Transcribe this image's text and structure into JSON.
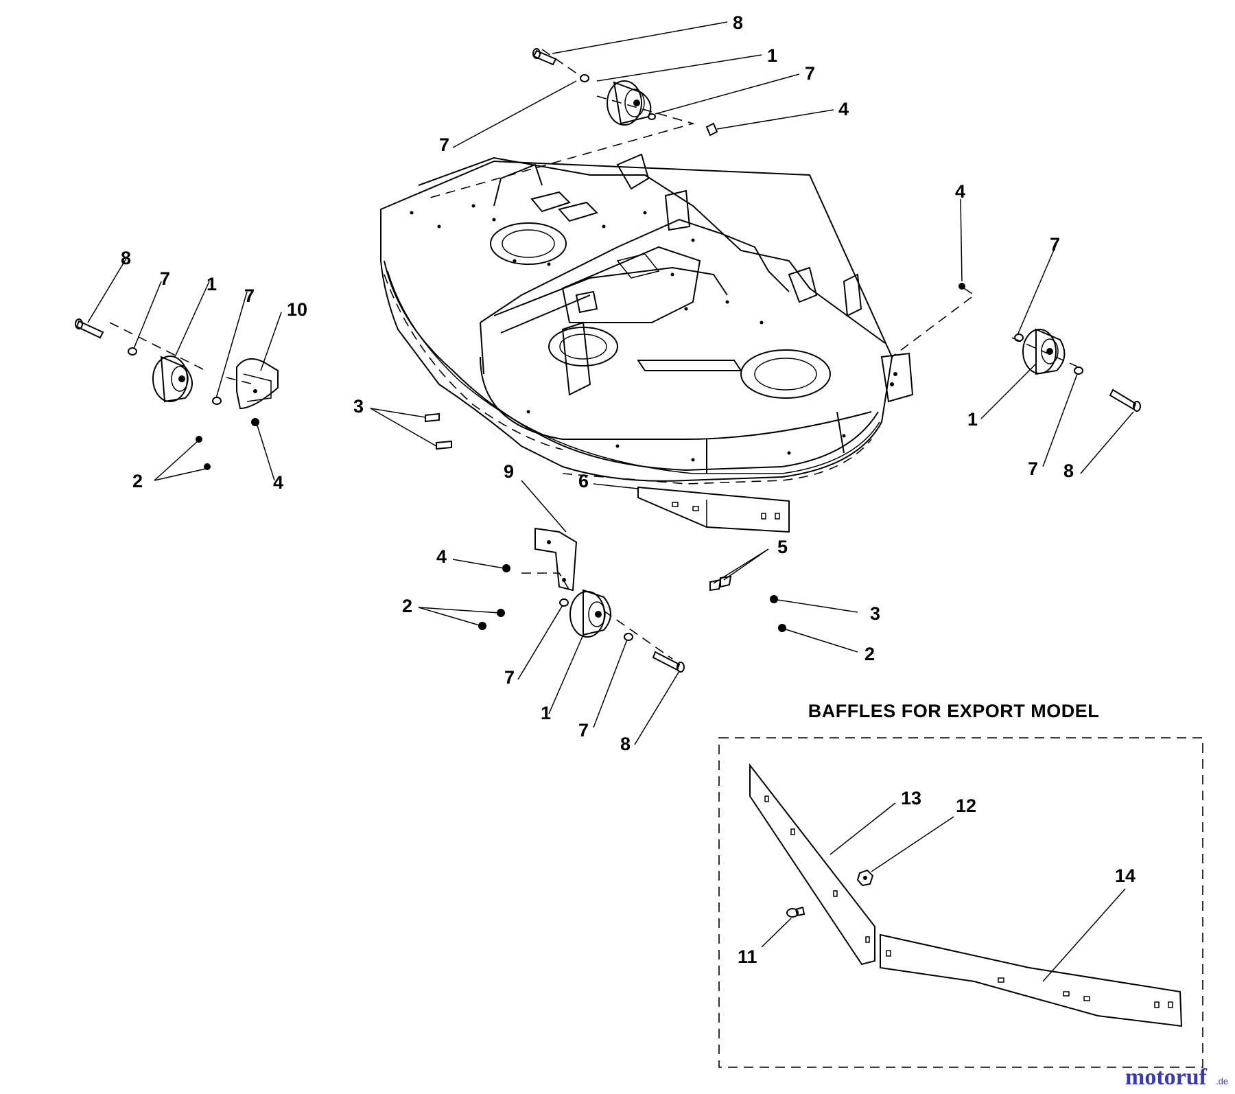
{
  "inset": {
    "title": "BAFFLES FOR EXPORT MODEL"
  },
  "labels": [
    {
      "id": "top-8",
      "text": "8"
    },
    {
      "id": "top-1",
      "text": "1"
    },
    {
      "id": "top-7a",
      "text": "7"
    },
    {
      "id": "top-4",
      "text": "4"
    },
    {
      "id": "top-7b",
      "text": "7"
    },
    {
      "id": "right-4",
      "text": "4"
    },
    {
      "id": "right-7a",
      "text": "7"
    },
    {
      "id": "right-1",
      "text": "1"
    },
    {
      "id": "right-7b",
      "text": "7"
    },
    {
      "id": "right-8",
      "text": "8"
    },
    {
      "id": "left-8",
      "text": "8"
    },
    {
      "id": "left-7a",
      "text": "7"
    },
    {
      "id": "left-1",
      "text": "1"
    },
    {
      "id": "left-7b",
      "text": "7"
    },
    {
      "id": "left-10",
      "text": "10"
    },
    {
      "id": "left-2",
      "text": "2"
    },
    {
      "id": "left-4",
      "text": "4"
    },
    {
      "id": "mid-3",
      "text": "3"
    },
    {
      "id": "mid-9",
      "text": "9"
    },
    {
      "id": "mid-6",
      "text": "6"
    },
    {
      "id": "mid-4",
      "text": "4"
    },
    {
      "id": "mid-5",
      "text": "5"
    },
    {
      "id": "mid-2",
      "text": "2"
    },
    {
      "id": "mid-3b",
      "text": "3"
    },
    {
      "id": "mid-2b",
      "text": "2"
    },
    {
      "id": "bot-7a",
      "text": "7"
    },
    {
      "id": "bot-1",
      "text": "1"
    },
    {
      "id": "bot-7b",
      "text": "7"
    },
    {
      "id": "bot-8",
      "text": "8"
    },
    {
      "id": "inset-13",
      "text": "13"
    },
    {
      "id": "inset-12",
      "text": "12"
    },
    {
      "id": "inset-14",
      "text": "14"
    },
    {
      "id": "inset-11",
      "text": "11"
    }
  ],
  "watermark": {
    "text": "motoruf",
    "suffix": ".de",
    "color": "#3a3aa8",
    "accent_color": "#e07a1a"
  }
}
